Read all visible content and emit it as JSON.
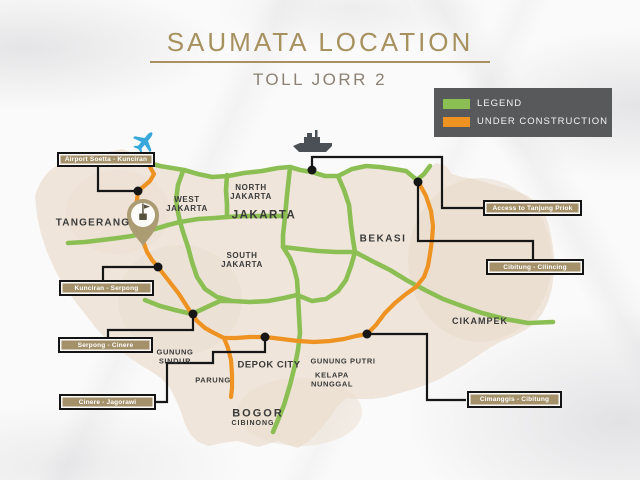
{
  "header": {
    "title": "SAUMATA LOCATION",
    "subtitle": "TOLL JORR 2"
  },
  "legend": {
    "items": [
      {
        "label": "LEGEND",
        "swatch_color": "#8cbf53"
      },
      {
        "label": "UNDER CONSTRUCTION",
        "swatch_color": "#ee9222"
      }
    ]
  },
  "map": {
    "colors": {
      "accent_gold": "#a6915f",
      "road_existing_green": "#8cbf53",
      "road_under_construction_orange": "#ee9222",
      "land": "#efe5da",
      "legend_background": "#58595b",
      "callout_fill": "#a4916a",
      "airplane_blue": "#38a8da",
      "ship_gray": "#4b5057"
    },
    "regions": {
      "tangerang": {
        "label": "TANGERANG"
      },
      "west_jakarta": {
        "label": "WEST\nJAKARTA"
      },
      "north_jakarta": {
        "label": "NORTH\nJAKARTA"
      },
      "jakarta": {
        "label": "JAKARTA"
      },
      "south_jakarta": {
        "label": "SOUTH\nJAKARTA"
      },
      "bekasi": {
        "label": "BEKASI"
      },
      "cikampek": {
        "label": "CIKAMPEK"
      },
      "gunung_sindur": {
        "label": "GUNUNG\nSINDUR"
      },
      "parung": {
        "label": "PARUNG"
      },
      "depok_city": {
        "label": "DEPOK CITY"
      },
      "gunung_putri": {
        "label": "GUNUNG PUTRI"
      },
      "kelapa_nunggal": {
        "label": "KELAPA\nNUNGGAL"
      },
      "bogor": {
        "label": "BOGOR"
      },
      "cibinong": {
        "label": "CIBINONG"
      }
    },
    "callouts": {
      "airport": {
        "label": "Airport Soetta - Kunciran"
      },
      "priok": {
        "label": "Access to Tanjung Priok"
      },
      "cibitung": {
        "label": "Cibitung - Cilincing"
      },
      "kunciran": {
        "label": "Kunciran - Serpong"
      },
      "serpong": {
        "label": "Serpong - Cinere"
      },
      "cinere": {
        "label": "Cinere - Jagorawi"
      },
      "cimanggis": {
        "label": "Cimanggis - Cibitung"
      }
    }
  }
}
